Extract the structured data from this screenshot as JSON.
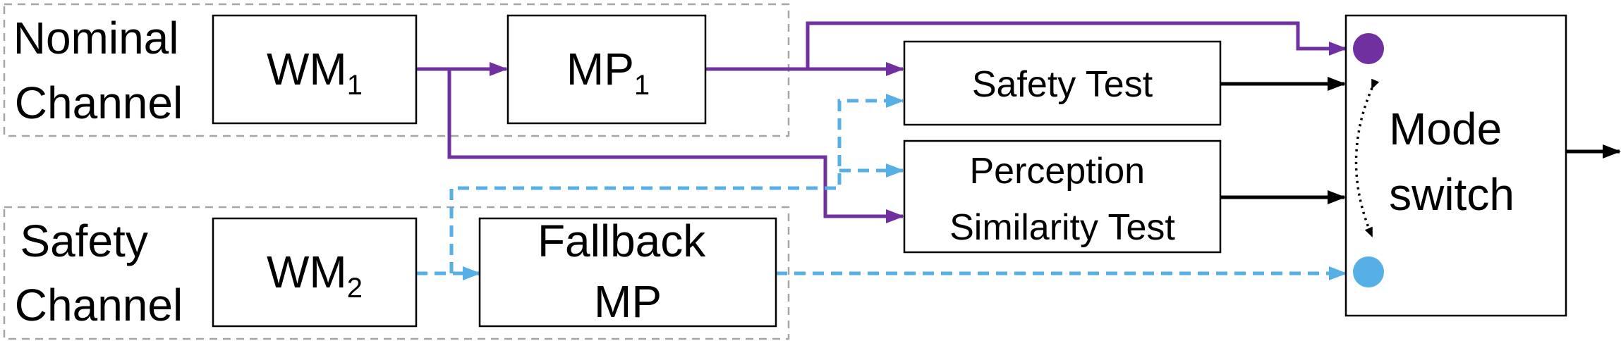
{
  "colors": {
    "nominal": "#7030a0",
    "safety": "#56b0e6",
    "control": "#000000",
    "frame": "#a6a6a6"
  },
  "nominal_channel": {
    "line1": "Nominal",
    "line2": "Channel"
  },
  "safety_channel": {
    "line1": "Safety",
    "line2": "Channel"
  },
  "wm1": {
    "base": "WM",
    "sub": "1"
  },
  "mp1": {
    "base": "MP",
    "sub": "1"
  },
  "wm2": {
    "base": "WM",
    "sub": "2"
  },
  "fallback_mp": {
    "line1": "Fallback",
    "line2": "MP"
  },
  "safety_test": {
    "label": "Safety Test"
  },
  "perception_test": {
    "line1": "Perception",
    "line2": "Similarity Test"
  },
  "mode_switch": {
    "line1": "Mode",
    "line2": "switch"
  }
}
